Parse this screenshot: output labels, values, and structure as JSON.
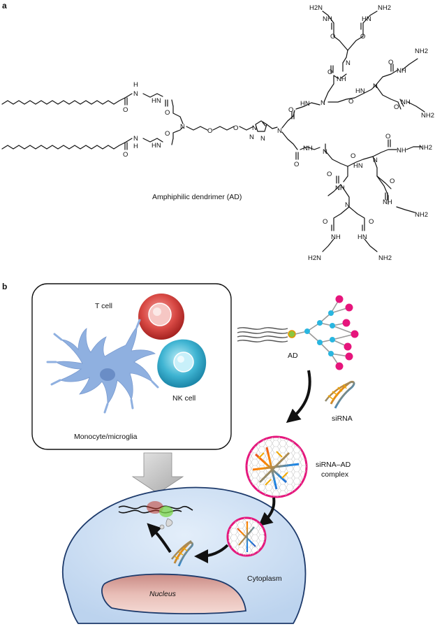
{
  "panel_a": {
    "letter": "a",
    "caption": "Amphiphilic dendrimer (AD)",
    "atoms": {
      "amine_terminal": "NH2",
      "H2N": "H2N",
      "amide_nh": "NH",
      "hn": "HN",
      "H": "H",
      "N": "N",
      "O": "O"
    }
  },
  "panel_b": {
    "letter": "b",
    "labels": {
      "t_cell": "T cell",
      "nk_cell": "NK cell",
      "monocyte": "Monocyte/microglia",
      "ad": "AD",
      "sirna": "siRNA",
      "complex_line1": "siRNA–AD",
      "complex_line2": "complex",
      "nucleus": "Nucleus",
      "cytoplasm": "Cytoplasm"
    }
  }
}
